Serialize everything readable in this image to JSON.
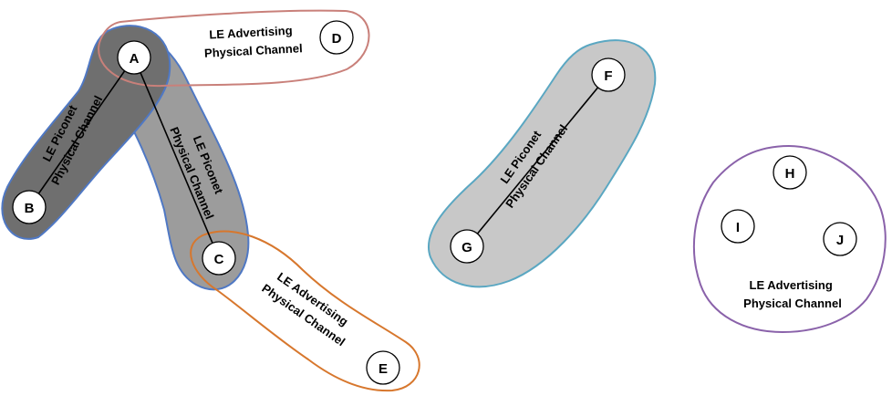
{
  "colors": {
    "piconet_dark_fill": "#6f6f6f",
    "piconet_mid_fill": "#9c9c9c",
    "piconet_light_fill": "#c8c8c8",
    "piconet_blue_border": "#4f78c4",
    "piconet_teal_border": "#5aa7c2",
    "advertising_pink_border": "#c9807a",
    "advertising_orange_border": "#d7772d",
    "advertising_purple_border": "#8a62aa"
  },
  "nodes": {
    "A": "A",
    "B": "B",
    "C": "C",
    "D": "D",
    "E": "E",
    "F": "F",
    "G": "G",
    "H": "H",
    "I": "I",
    "J": "J"
  },
  "labels": {
    "piconet_ab": [
      "LE Piconet",
      "Physical Channel"
    ],
    "piconet_ac": [
      "LE Piconet",
      "Physical Channel"
    ],
    "piconet_fg": [
      "LE Piconet",
      "Physical Channel"
    ],
    "advertising_ad": [
      "LE Advertising",
      "Physical Channel"
    ],
    "advertising_ce": [
      "LE Advertising",
      "Physical Channel"
    ],
    "advertising_hij": [
      "LE Advertising",
      "Physical Channel"
    ]
  }
}
